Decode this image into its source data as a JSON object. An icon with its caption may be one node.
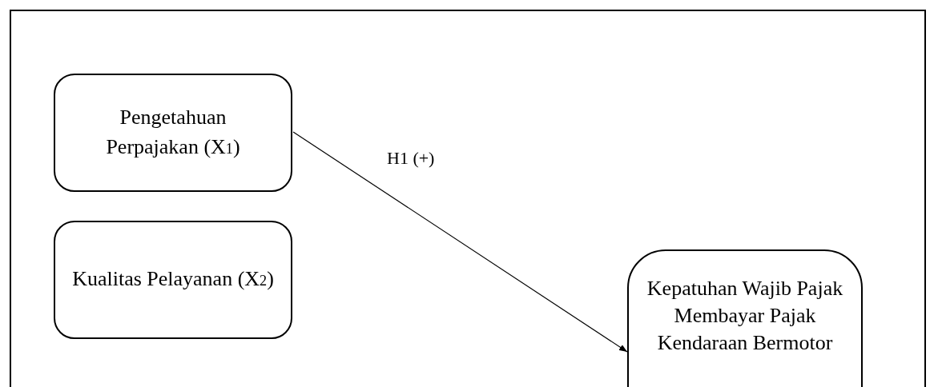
{
  "diagram": {
    "nodes": [
      {
        "text": [
          "Pengetahuan Perpajakan (X$_{1}$)"
        ]
      },
      {
        "text": [
          "Kualitas Pelayanan (X$_{2}$)"
        ]
      },
      {
        "text": [
          "Kepatuhan Wajib Pajak Membayar Pajak Kendaraan Bermotor"
        ]
      }
    ],
    "edges": [
      {
        "from": 0,
        "to": 2,
        "arrow": "to",
        "label": "H1 (+)"
      }
    ]
  }
}
